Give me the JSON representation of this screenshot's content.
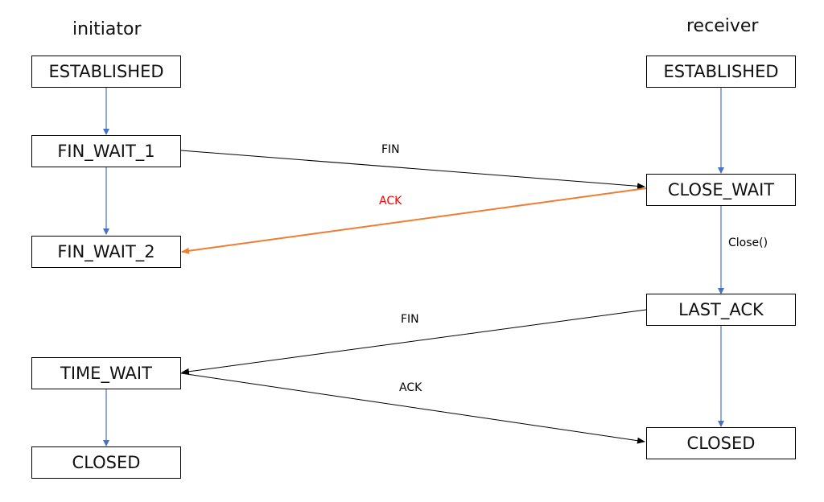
{
  "initiator": {
    "title": "initiator",
    "states": [
      "ESTABLISHED",
      "FIN_WAIT_1",
      "FIN_WAIT_2",
      "TIME_WAIT",
      "CLOSED"
    ]
  },
  "receiver": {
    "title": "receiver",
    "states": [
      "ESTABLISHED",
      "CLOSE_WAIT",
      "LAST_ACK",
      "CLOSED"
    ]
  },
  "messages": {
    "fin_1": "FIN",
    "ack_1": "ACK",
    "close_call": "Close()",
    "fin_2": "FIN",
    "ack_2": "ACK"
  },
  "colors": {
    "state_transition": "#4472c4",
    "message": "#000000",
    "highlight_message": "#ed7d31",
    "highlight_label": "#ff0000"
  }
}
